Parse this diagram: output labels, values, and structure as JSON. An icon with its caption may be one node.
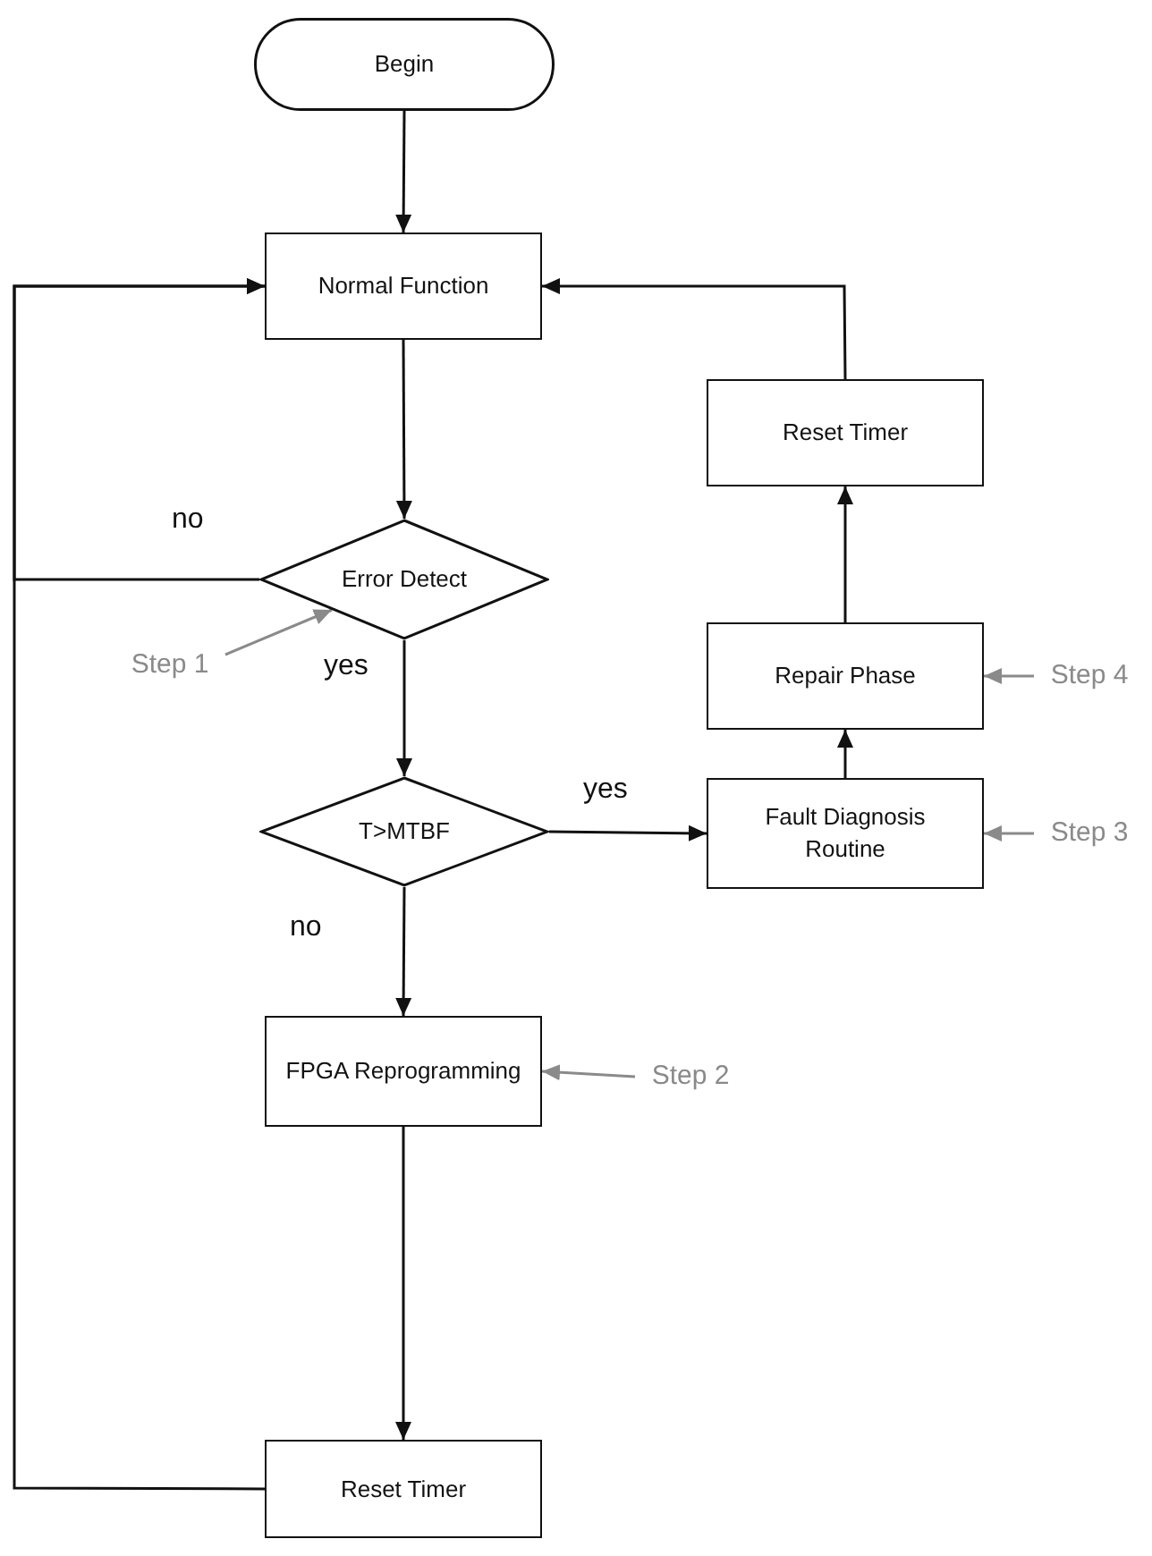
{
  "diagram": {
    "nodes": [
      {
        "text": [
          "Begin"
        ]
      },
      {
        "text": [
          "Normal Function"
        ]
      },
      {
        "text": [
          "Error Detect"
        ]
      },
      {
        "text": [
          "T>MTBF"
        ]
      },
      {
        "text": [
          "Fault Diagnosis Routine"
        ]
      },
      {
        "text": [
          "Repair Phase"
        ]
      },
      {
        "text": [
          "Reset Timer"
        ]
      },
      {
        "text": [
          "FPGA Reprogramming"
        ]
      },
      {
        "text": [
          "Reset Timer"
        ]
      },
      {
        "text": [
          "Step 1"
        ]
      },
      {
        "text": [
          "Step 2"
        ]
      },
      {
        "text": [
          "Step 3"
        ]
      },
      {
        "text": [
          "Step 4"
        ]
      }
    ],
    "edges": [
      {
        "from": 0,
        "to": 1,
        "arrow": "to"
      },
      {
        "from": 1,
        "to": 2,
        "arrow": "to"
      },
      {
        "from": 2,
        "to": 1,
        "arrow": "to",
        "label": "no"
      },
      {
        "from": 2,
        "to": 3,
        "arrow": "to",
        "label": "yes"
      },
      {
        "from": 3,
        "to": 4,
        "arrow": "to",
        "label": "yes"
      },
      {
        "from": 3,
        "to": 7,
        "arrow": "to",
        "label": "no"
      },
      {
        "from": 7,
        "to": 8,
        "arrow": "to"
      },
      {
        "from": 8,
        "to": 1,
        "arrow": "to"
      },
      {
        "from": 4,
        "to": 5,
        "arrow": "to"
      },
      {
        "from": 5,
        "to": 6,
        "arrow": "to"
      },
      {
        "from": 6,
        "to": 1,
        "arrow": "to"
      },
      {
        "from": 9,
        "to": 2,
        "arrow": "to",
        "color": "#8a8a8a"
      },
      {
        "from": 10,
        "to": 7,
        "arrow": "to",
        "color": "#8a8a8a"
      },
      {
        "from": 11,
        "to": 4,
        "arrow": "to",
        "color": "#8a8a8a"
      },
      {
        "from": 12,
        "to": 5,
        "arrow": "to",
        "color": "#8a8a8a"
      }
    ]
  }
}
